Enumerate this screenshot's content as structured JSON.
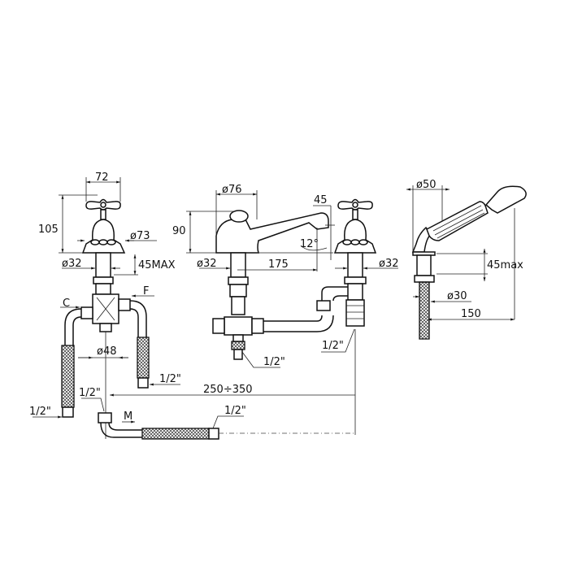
{
  "title": "Three-hole basin mixer with hand shower - dimensional drawing",
  "labels": {
    "handle_width": "72",
    "valve_height": "105",
    "flange_diameter_left": "ø73",
    "shank_diameter_left": "ø32",
    "max_deck_thickness_left": "45MAX",
    "cold_inlet": "C",
    "hot_inlet": "F",
    "mixer_body_diameter": "ø48",
    "hose_right_thread": "1/2\"",
    "hose_left_thread": "1/2\"",
    "outlet_thread_mixer": "1/2\"",
    "centres_range": "250÷350",
    "mixed_outlet": "M",
    "bottom_hose_thread": "1/2\"",
    "spout_base_diameter": "ø76",
    "spout_height": "90",
    "spout_outlet_offset": "45",
    "spout_angle": "12°",
    "spout_shank_diameter": "ø32",
    "spout_reach": "175",
    "spout_tee_thread": "1/2\"",
    "diverter_thread": "1/2\"",
    "shank_diameter_right": "ø32",
    "shower_holder_diameter": "ø50",
    "shower_max_deck": "45max",
    "shower_shank_diameter": "ø30",
    "shower_length": "150"
  }
}
